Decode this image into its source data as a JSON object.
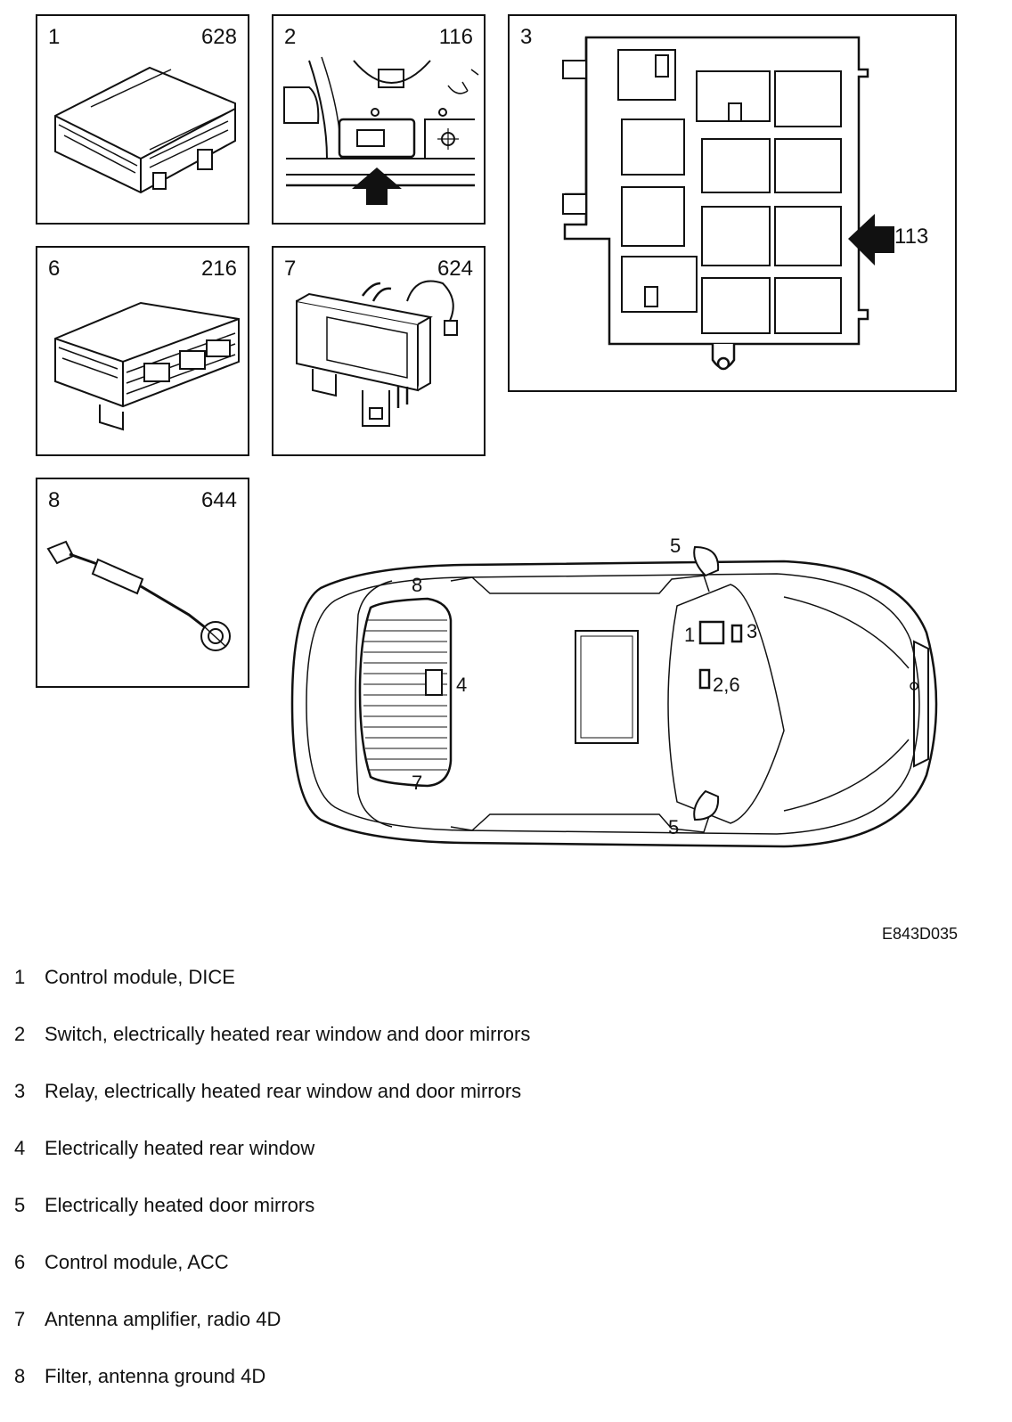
{
  "panels": [
    {
      "number": "1",
      "code": "628"
    },
    {
      "number": "2",
      "code": "116"
    },
    {
      "number": "3",
      "code": "113"
    },
    {
      "number": "6",
      "code": "216"
    },
    {
      "number": "7",
      "code": "624"
    },
    {
      "number": "8",
      "code": "644"
    }
  ],
  "switch_icon_text": "|||",
  "car_callouts": {
    "c1": "1",
    "c3": "3",
    "c26": "2,6",
    "c4": "4",
    "c5_top": "5",
    "c5_bottom": "5",
    "c7": "7",
    "c8": "8"
  },
  "figure_id": "E843D035",
  "legend": [
    {
      "number": "1",
      "text": "Control module, DICE"
    },
    {
      "number": "2",
      "text": "Switch, electrically heated rear window and door mirrors"
    },
    {
      "number": "3",
      "text": "Relay, electrically heated rear window and door mirrors"
    },
    {
      "number": "4",
      "text": "Electrically heated rear window"
    },
    {
      "number": "5",
      "text": "Electrically heated door mirrors"
    },
    {
      "number": "6",
      "text": "Control module, ACC"
    },
    {
      "number": "7",
      "text": "Antenna amplifier, radio 4D"
    },
    {
      "number": "8",
      "text": "Filter, antenna ground 4D"
    }
  ]
}
